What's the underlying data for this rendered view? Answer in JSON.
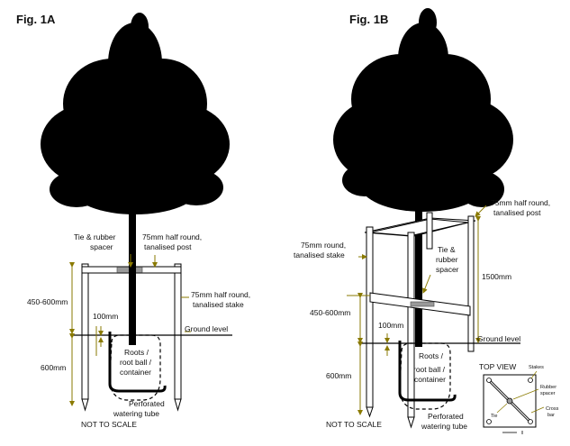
{
  "fig1a": {
    "title": "Fig. 1A",
    "labels": {
      "tie_spacer": [
        "Tie & rubber",
        "spacer"
      ],
      "post": [
        "75mm half round,",
        "tanalised post"
      ],
      "stake": [
        "75mm half round,",
        "tanalised stake"
      ],
      "height_450": "450-600mm",
      "depth_100": "100mm",
      "ground_level": "Ground level",
      "depth_600": "600mm",
      "rootball": [
        "Roots /",
        "root ball /",
        "container"
      ],
      "watering_tube": [
        "Perforated",
        "watering tube"
      ],
      "not_to_scale": "NOT TO SCALE"
    }
  },
  "fig1b": {
    "title": "Fig. 1B",
    "labels": {
      "post": [
        "75mm half round,",
        "tanalised post"
      ],
      "stake": [
        "75mm round,",
        "tanalised stake"
      ],
      "tie_spacer": [
        "Tie &",
        "rubber",
        "spacer"
      ],
      "height_1500": "1500mm",
      "height_450": "450-600mm",
      "depth_100": "100mm",
      "ground_level": "Ground level",
      "depth_600": "600mm",
      "rootball": [
        "Roots /",
        "root ball /",
        "container"
      ],
      "watering_tube": [
        "Perforated",
        "watering tube"
      ],
      "not_to_scale": "NOT TO SCALE"
    },
    "top_view": {
      "title": "TOP VIEW",
      "stakes": "Stakes",
      "rubber_spacer": [
        "Rubber",
        "spacer"
      ],
      "tie": "Tie",
      "cross_bar": [
        "Cross",
        "bar"
      ]
    }
  },
  "colors": {
    "annotation": "#8a7a00",
    "ink": "#111111",
    "tie": "#999999"
  }
}
